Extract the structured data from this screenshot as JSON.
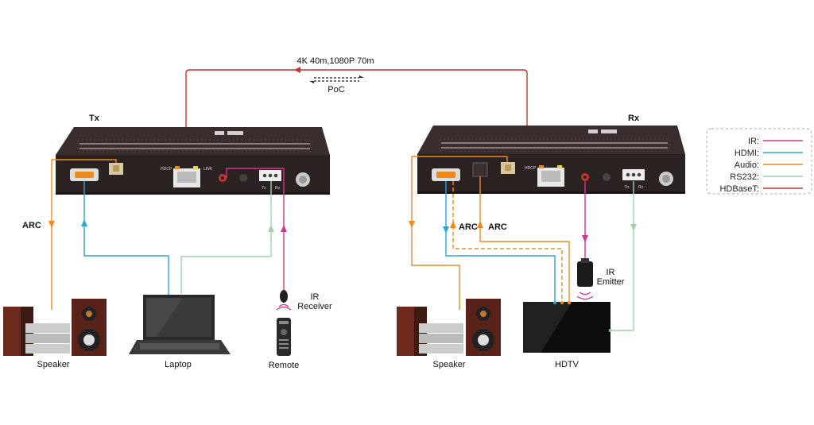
{
  "link": {
    "distance": "4K 40m,1080P 70m",
    "poc": "PoC"
  },
  "tx": {
    "title": "Tx",
    "hdcp": "HDCP",
    "link_label": "LINK",
    "tx_label": "Tx",
    "rx_label": "Rx",
    "arc": "ARC"
  },
  "rx": {
    "title": "Rx",
    "hdcp": "HDCP",
    "tx_label": "Tx",
    "rx_label": "Rx",
    "arc1": "ARC",
    "arc2": "ARC"
  },
  "devices": {
    "speaker_left": "Speaker",
    "laptop": "Laptop",
    "remote": "Remote",
    "ir_receiver_1": "IR",
    "ir_receiver_2": "Receiver",
    "speaker_right": "Speaker",
    "hdtv": "HDTV",
    "ir_emitter_1": "IR",
    "ir_emitter_2": "Emitter"
  },
  "legend": {
    "items": [
      {
        "label": "IR:",
        "color": "#d6338f"
      },
      {
        "label": "HDMI:",
        "color": "#2aa6d6"
      },
      {
        "label": "Audio:",
        "color": "#f08a1d"
      },
      {
        "label": "RS232:",
        "color": "#9ed3a8"
      },
      {
        "label": "HDBaseT:",
        "color": "#c8342d"
      }
    ]
  },
  "colors": {
    "ir": "#d6338f",
    "hdmi": "#2aa6d6",
    "audio": "#f08a1d",
    "rs232": "#9ed3a8",
    "hdbaset": "#c8342d",
    "device_body": "#2b2222"
  }
}
